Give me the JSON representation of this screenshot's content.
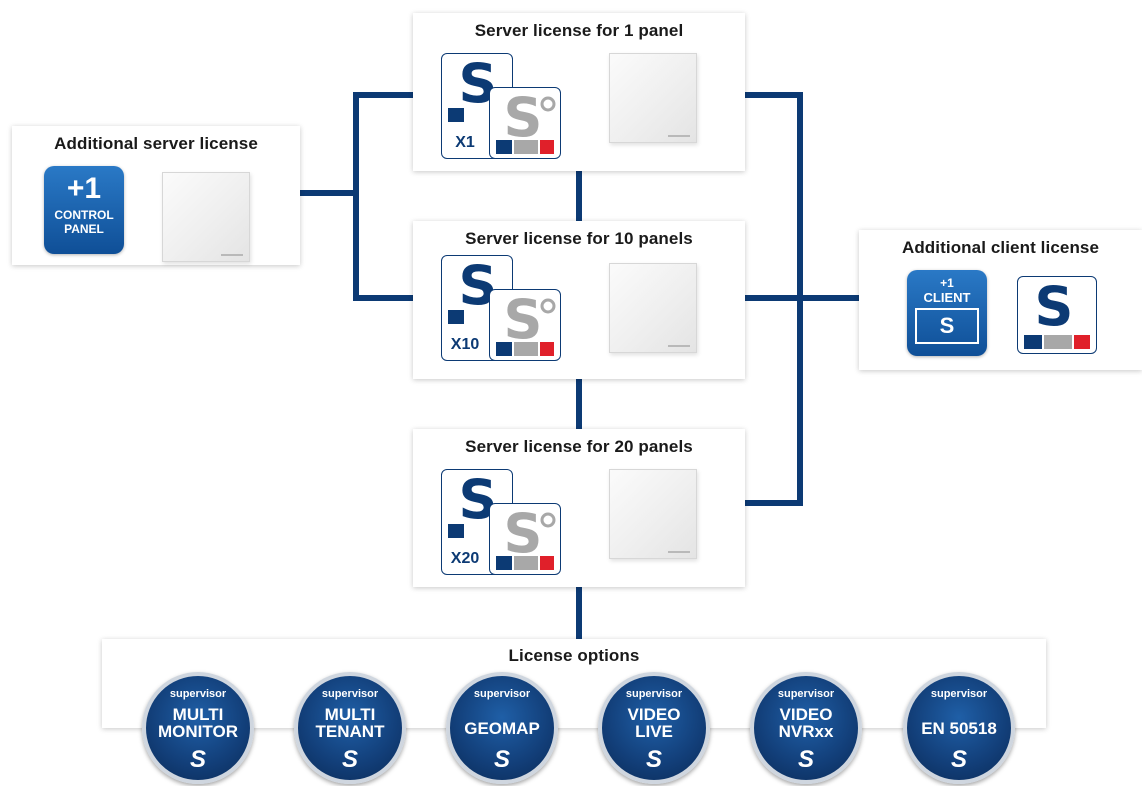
{
  "additional_server": {
    "title": "Additional server license",
    "tile_plus": "+1",
    "tile_line1": "CONTROL",
    "tile_line2": "PANEL"
  },
  "server1": {
    "title": "Server license for 1 panel",
    "multiplier": "X1"
  },
  "server10": {
    "title": "Server license for 10 panels",
    "multiplier": "X10"
  },
  "server20": {
    "title": "Server license for 20 panels",
    "multiplier": "X20"
  },
  "client": {
    "title": "Additional client license",
    "tile_plus": "+1",
    "tile_label": "CLIENT"
  },
  "options": {
    "title": "License options",
    "items": [
      {
        "brand": "supervisor",
        "line1": "MULTI",
        "line2": "MONITOR",
        "mark": "S"
      },
      {
        "brand": "supervisor",
        "line1": "MULTI",
        "line2": "TENANT",
        "mark": "S"
      },
      {
        "brand": "supervisor",
        "line1": "GEOMAP",
        "line2": "",
        "mark": "S"
      },
      {
        "brand": "supervisor",
        "line1": "VIDEO",
        "line2": "LIVE",
        "mark": "S"
      },
      {
        "brand": "supervisor",
        "line1": "VIDEO",
        "line2": "NVRxx",
        "mark": "S"
      },
      {
        "brand": "supervisor",
        "line1": "EN 50518",
        "line2": "",
        "mark": "S"
      }
    ]
  },
  "colors": {
    "navy": "#0c3a74",
    "grey": "#a8a8a8",
    "red": "#e0202a"
  }
}
